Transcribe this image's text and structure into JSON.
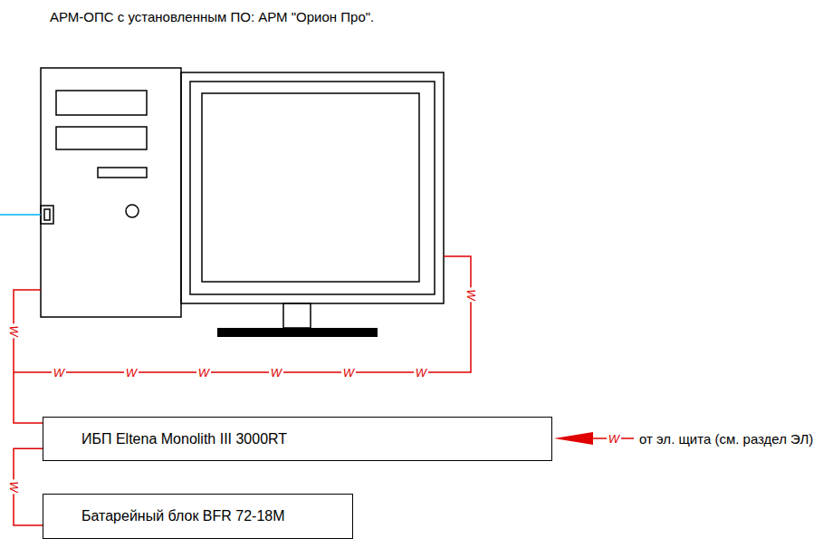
{
  "diagram": {
    "title": "АРМ-ОПС с установленным ПО: АРМ \"Орион Про\".",
    "nodes": [
      {
        "text": [
          "ИБП Eltena Monolith III 3000RT"
        ]
      },
      {
        "text": [
          "Батарейный блок BFR 72-18M"
        ]
      }
    ],
    "edges": [
      {
        "from": 0,
        "to": 1,
        "arrow": "none",
        "label": "W"
      }
    ],
    "labels": [
      "W",
      "W",
      "W",
      "W",
      "W",
      "W",
      "W",
      "W",
      "W",
      "от эл. щита (см. раздел ЭЛ)"
    ]
  }
}
